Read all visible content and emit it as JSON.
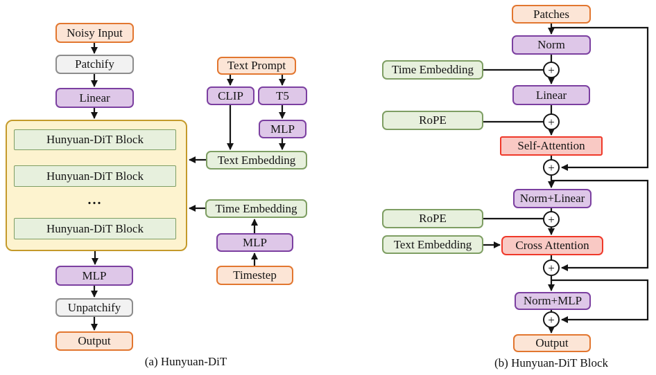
{
  "figure": {
    "panel_a": {
      "caption": "(a) Hunyuan-DiT",
      "nodes": {
        "noisy_input": "Noisy Input",
        "patchify": "Patchify",
        "linear": "Linear",
        "dit_block": "Hunyuan-DiT Block",
        "ellipsis": "...",
        "mlp": "MLP",
        "unpatchify": "Unpatchify",
        "output": "Output",
        "text_prompt": "Text Prompt",
        "clip": "CLIP",
        "t5": "T5",
        "text_embedding": "Text Embedding",
        "time_embedding": "Time Embedding",
        "timestep": "Timestep"
      }
    },
    "panel_b": {
      "caption": "(b) Hunyuan-DiT Block",
      "plus": "+",
      "nodes": {
        "patches": "Patches",
        "norm": "Norm",
        "time_embedding": "Time Embedding",
        "linear": "Linear",
        "rope": "RoPE",
        "self_attention": "Self-Attention",
        "norm_linear": "Norm+Linear",
        "text_embedding": "Text Embedding",
        "cross_attention": "Cross Attention",
        "norm_mlp": "Norm+MLP",
        "output": "Output"
      }
    },
    "colors": {
      "orange_fill": "#FCE5D6",
      "orange_border": "#E2762F",
      "gray_fill": "#F2F2F2",
      "gray_border": "#8C8C8C",
      "purple_fill": "#DEC7E8",
      "purple_border": "#7B3FA0",
      "green_fill": "#E7F0DD",
      "green_border": "#7E9E63",
      "yellow_fill": "#FDF3CF",
      "yellow_border": "#C49A2A",
      "red_fill": "#F9C9C4",
      "red_border": "#EF3829",
      "line": "#141414"
    }
  }
}
